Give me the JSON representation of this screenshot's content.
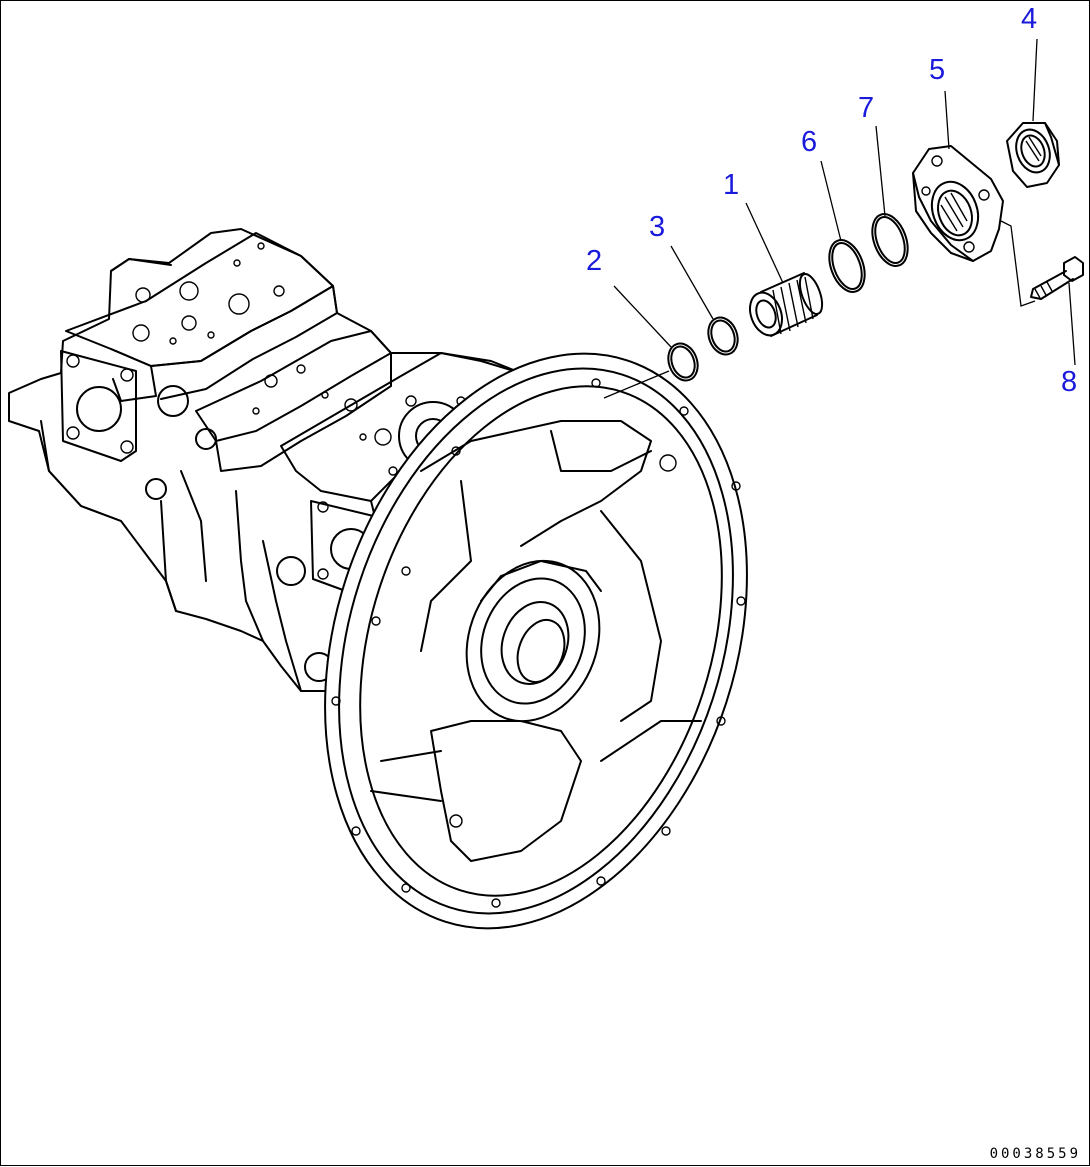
{
  "labels": [
    "1",
    "2",
    "3",
    "4",
    "5",
    "6",
    "7",
    "8"
  ],
  "drawing_number": "00038559",
  "colors": {
    "label": "#1a1adc",
    "line": "#000000",
    "background": "#ffffff"
  }
}
